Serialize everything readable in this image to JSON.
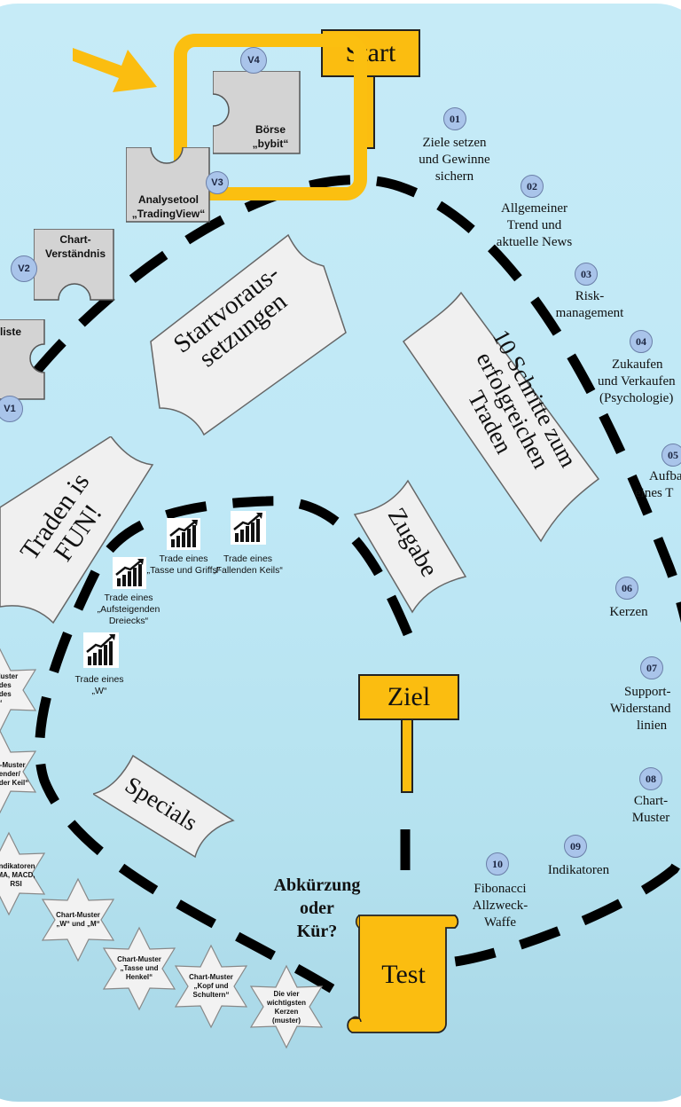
{
  "start_sign": "Start",
  "goal_sign": "Ziel",
  "test_scroll": "Test",
  "shortcut_text": [
    "Abkürzung",
    "oder",
    "Kür?"
  ],
  "banners": {
    "startvoraussetzungen": [
      "Startvoraus-",
      "setzungen"
    ],
    "zehn_schritte": [
      "10 Schritte zum",
      "erfolgreichen",
      "Traden"
    ],
    "traden_fun": [
      "Traden is",
      "FUN!"
    ],
    "zugabe": "Zugabe",
    "specials": "Specials"
  },
  "steps": [
    {
      "num": "01",
      "label": [
        "Ziele setzen",
        "und Gewinne",
        "sichern"
      ]
    },
    {
      "num": "02",
      "label": [
        "Allgemeiner",
        "Trend und",
        "aktuelle News"
      ]
    },
    {
      "num": "03",
      "label": [
        "Risk-",
        "management"
      ]
    },
    {
      "num": "04",
      "label": [
        "Zukaufen",
        "und Verkaufen",
        "(Psychologie)"
      ]
    },
    {
      "num": "05",
      "label": [
        "Aufbau",
        "eines T"
      ]
    },
    {
      "num": "06",
      "label": [
        "Kerzen"
      ]
    },
    {
      "num": "07",
      "label": [
        "Support-",
        "Widerstand",
        "linien"
      ]
    },
    {
      "num": "08",
      "label": [
        "Chart-",
        "Muster"
      ]
    },
    {
      "num": "09",
      "label": [
        "Indikatoren"
      ]
    },
    {
      "num": "10",
      "label": [
        "Fibonacci",
        "Allzweck-",
        "Waffe"
      ]
    }
  ],
  "puzzles": [
    {
      "badge": "V4",
      "label": [
        "Börse",
        "„bybit“"
      ]
    },
    {
      "badge": "V3",
      "label": [
        "Analysetool",
        "„TradingView“"
      ]
    },
    {
      "badge": "V2",
      "label": [
        "Chart-",
        "Verständnis"
      ]
    },
    {
      "badge": "V1",
      "label": [
        "liste"
      ]
    }
  ],
  "trades": [
    {
      "label": [
        "Trade eines",
        "„Tasse und Griffs“"
      ]
    },
    {
      "label": [
        "Trade eines",
        "„Fallenden Keils“"
      ]
    },
    {
      "label": [
        "Trade eines",
        "„Aufsteigenden",
        "Dreiecks“"
      ]
    },
    {
      "label": [
        "Trade eines",
        "„W“"
      ]
    }
  ],
  "stars": [
    {
      "label": [
        "Muster",
        "ndes",
        "ndes",
        "k“"
      ]
    },
    {
      "label": [
        "rt-Muster",
        "gender/",
        "nder Keil“"
      ]
    },
    {
      "label": [
        "Indikatoren",
        "MA, MACD,",
        "RSI"
      ]
    },
    {
      "label": [
        "Chart-Muster",
        "„W“ und „M“"
      ]
    },
    {
      "label": [
        "Chart-Muster",
        "„Tasse und",
        "Henkel“"
      ]
    },
    {
      "label": [
        "Chart-Muster",
        "„Kopf und",
        "Schultern“"
      ]
    },
    {
      "label": [
        "Die vier",
        "wichtigsten",
        "Kerzen",
        "(muster)"
      ]
    }
  ],
  "colors": {
    "accent_yellow": "#fbbd10",
    "highlight_frame": "#fbbf10",
    "puzzle_gray": "#d3d3d3",
    "badge_blue": "#a9c4ea",
    "background_top": "#c6ebf7",
    "background_bottom": "#a7d6e6",
    "path_black": "#000000"
  },
  "icons": {
    "arrow": "highlight-arrow-icon",
    "trade": "rising-bar-chart-icon",
    "puzzle": "puzzle-piece-icon",
    "star": "six-point-star-icon"
  }
}
